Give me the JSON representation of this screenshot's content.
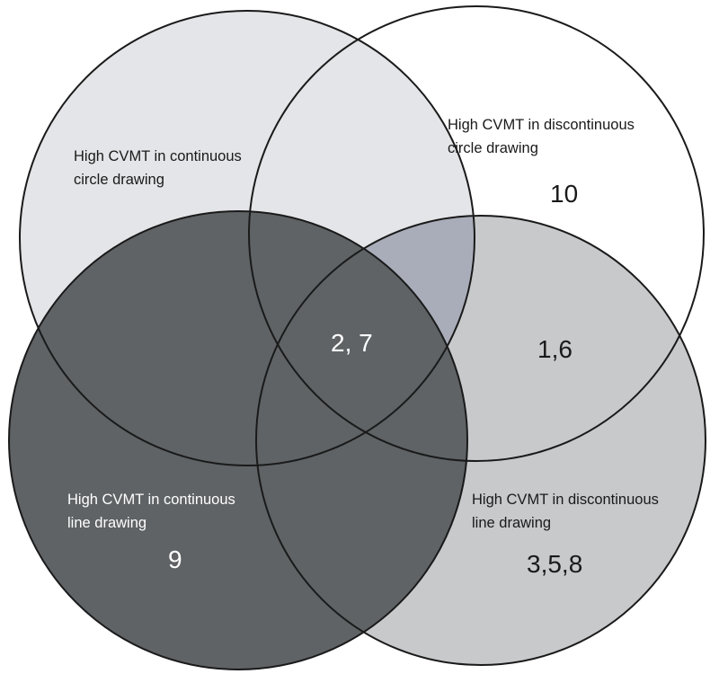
{
  "sets": [
    {
      "id": "continuous-circle",
      "label_lines": [
        "High CVMT in continuous",
        "circle drawing"
      ],
      "fill": "#e4e5e8"
    },
    {
      "id": "discontinuous-circle",
      "label_lines": [
        "High CVMT in discontinuous",
        "circle drawing"
      ],
      "fill": "#ffffff"
    },
    {
      "id": "discontinuous-line",
      "label_lines": [
        "High CVMT in discontinuous",
        "line drawing"
      ],
      "fill": "#c7c9cb"
    },
    {
      "id": "continuous-line",
      "label_lines": [
        "High CVMT in continuous",
        "line drawing"
      ],
      "fill": "#5f6366"
    }
  ],
  "regions": {
    "discontinuous_circle_only": "10",
    "center": "2, 7",
    "discontinuous_circle_and_line": "1,6",
    "continuous_line_only": "9",
    "discontinuous_line_only": "3,5,8"
  },
  "colors": {
    "outline": "#1a1a1a",
    "dark_text": "#1a1a1a",
    "light_text": "#ffffff",
    "overlap_tint": "#a9adb9"
  }
}
